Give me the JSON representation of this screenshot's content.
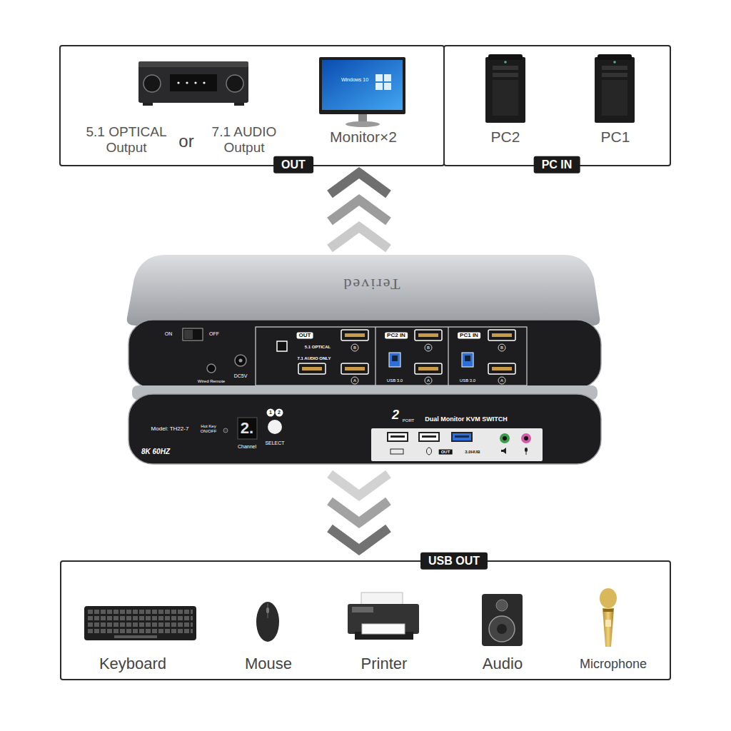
{
  "diagram": {
    "nodes": [
      {
        "text": [
          "OUT",
          "5.1 OPTICAL Output",
          "or",
          "7.1 AUDIO Output",
          "Monitor×2"
        ]
      },
      {
        "text": [
          "PC IN",
          "PC2",
          "PC1"
        ]
      },
      {
        "text": [
          "USB OUT",
          "Keyboard",
          "Mouse",
          "Printer",
          "Audio",
          "Microphone"
        ]
      }
    ],
    "labels": [
      "Windows 10",
      "Terived",
      "ON",
      "OFF",
      "OUT",
      "B",
      "5.1 OPTICAL",
      "7.1 AUDIO ONLY",
      "A",
      "PC2 IN",
      "B",
      "USB 3.0",
      "A",
      "PC1 IN",
      "B",
      "USB 3.0",
      "A",
      "Wired Remote",
      "DC5V",
      "Model: TH22-7",
      "Hot Key ON/OFF",
      "8K 60HZ",
      "2.",
      "Channel",
      "1",
      "2",
      "SELECT",
      "2",
      "PORT",
      "Dual Monitor KVM SWITCH",
      "OUT",
      "3.0HUB"
    ]
  }
}
